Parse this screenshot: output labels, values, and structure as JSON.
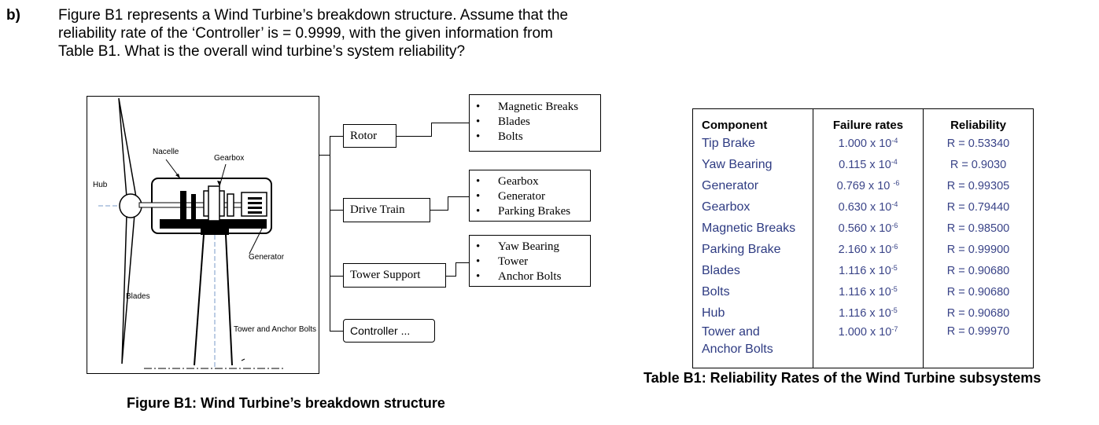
{
  "question": {
    "label": "b)",
    "lines": [
      "Figure B1 represents a Wind Turbine’s breakdown structure.  Assume that the",
      "reliability rate of the ‘Controller’ is = 0.9999, with the given information from",
      "Table B1. What is the overall wind turbine’s system reliability?"
    ]
  },
  "turbine": {
    "labels": {
      "hub": "Hub",
      "nacelle": "Nacelle",
      "gearbox": "Gearbox",
      "generator": "Generator",
      "blades": "Blades",
      "tower": "Tower and Anchor Bolts"
    }
  },
  "breakdown": {
    "rotor": {
      "label": "Rotor",
      "items": [
        "Magnetic Breaks",
        "Blades",
        "Bolts"
      ]
    },
    "drive_train": {
      "label": "Drive Train",
      "items": [
        "Gearbox",
        "Generator",
        "Parking Brakes"
      ]
    },
    "tower_support": {
      "label": "Tower Support",
      "items": [
        "Yaw Bearing",
        "Tower",
        "Anchor Bolts"
      ]
    },
    "controller": {
      "label": "Controller ..."
    }
  },
  "figure_caption": "Figure B1: Wind Turbine’s breakdown structure",
  "table": {
    "headers": [
      "Component",
      "Failure rates",
      "Reliability"
    ],
    "rows": [
      {
        "component": "Tip Brake",
        "rate_base": "1.000 x 10",
        "rate_exp": "-4",
        "reliability": "R = 0.53340"
      },
      {
        "component": "Yaw Bearing",
        "rate_base": "0.115 x 10",
        "rate_exp": "-4",
        "reliability": "R = 0.9030"
      },
      {
        "component": "Generator",
        "rate_base": "0.769 x 10 ",
        "rate_exp": "-6",
        "reliability": "R = 0.99305"
      },
      {
        "component": "Gearbox",
        "rate_base": "0.630 x 10",
        "rate_exp": "-4",
        "reliability": "R = 0.79440"
      },
      {
        "component": "Magnetic Breaks",
        "rate_base": "0.560 x 10",
        "rate_exp": "-6",
        "reliability": "R = 0.98500"
      },
      {
        "component": "Parking Brake",
        "rate_base": "2.160 x 10",
        "rate_exp": "-6",
        "reliability": "R = 0.99900"
      },
      {
        "component": "Blades",
        "rate_base": "1.116 x 10",
        "rate_exp": "-5",
        "reliability": "R = 0.90680"
      },
      {
        "component": "Bolts",
        "rate_base": "1.116 x 10",
        "rate_exp": "-5",
        "reliability": "R = 0.90680"
      },
      {
        "component": "Hub",
        "rate_base": "1.116 x 10",
        "rate_exp": "-5",
        "reliability": "R = 0.90680"
      }
    ],
    "last_row": {
      "component_line1": "Tower and",
      "component_line2": "Anchor Bolts",
      "rate_base": "1.000 x 10",
      "rate_exp": "-7",
      "reliability": "R = 0.99970"
    }
  },
  "table_caption": "Table B1: Reliability Rates of the Wind Turbine subsystems"
}
